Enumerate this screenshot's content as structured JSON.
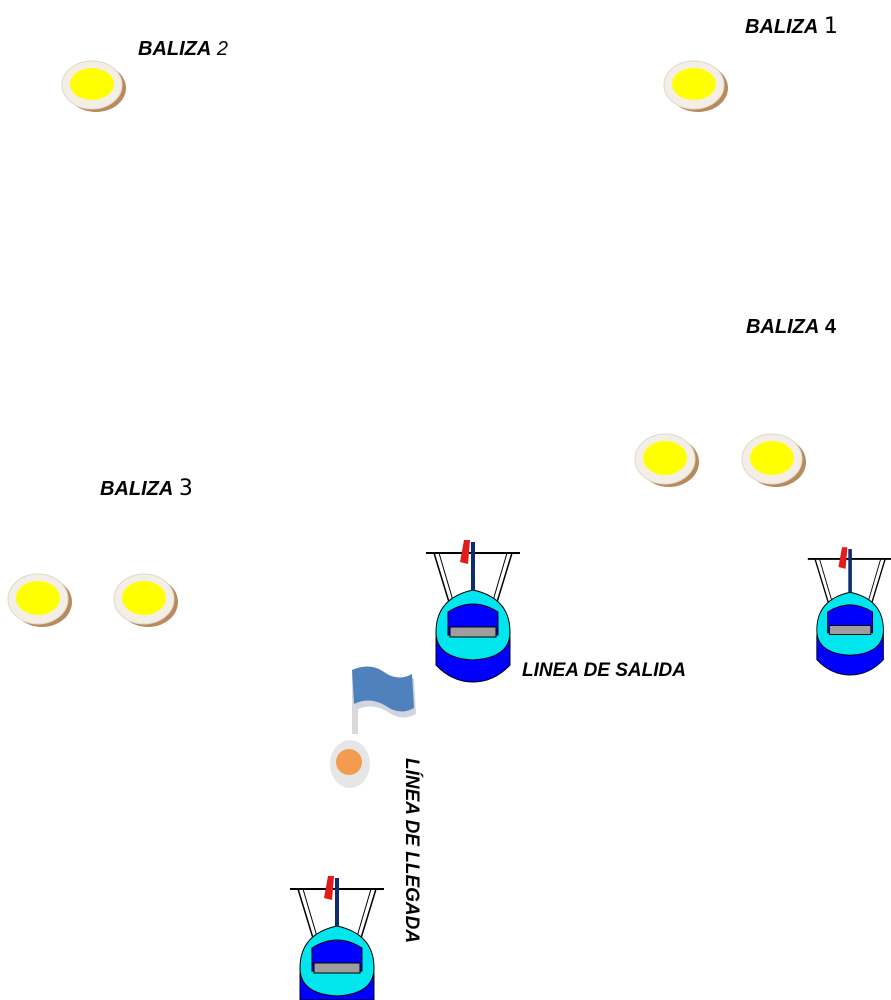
{
  "buoys": {
    "b1": {
      "word": "BALIZA",
      "num": "1"
    },
    "b2": {
      "word": "BALIZA",
      "num": "2"
    },
    "b3": {
      "word": "BALIZA",
      "num": "3"
    },
    "b4": {
      "word": "BALIZA",
      "num": "4"
    }
  },
  "lines": {
    "start": "LINEA DE SALIDA",
    "finish": "LÍNEA DE LLEGADA"
  },
  "colors": {
    "buoy": "#ffff00",
    "buoy_rim": "#b98a5e",
    "boat_hull": "#00e5ee",
    "boat_deck": "#0000ff",
    "flag": "#4f81bd",
    "finish_buoy": "#f39c50"
  }
}
